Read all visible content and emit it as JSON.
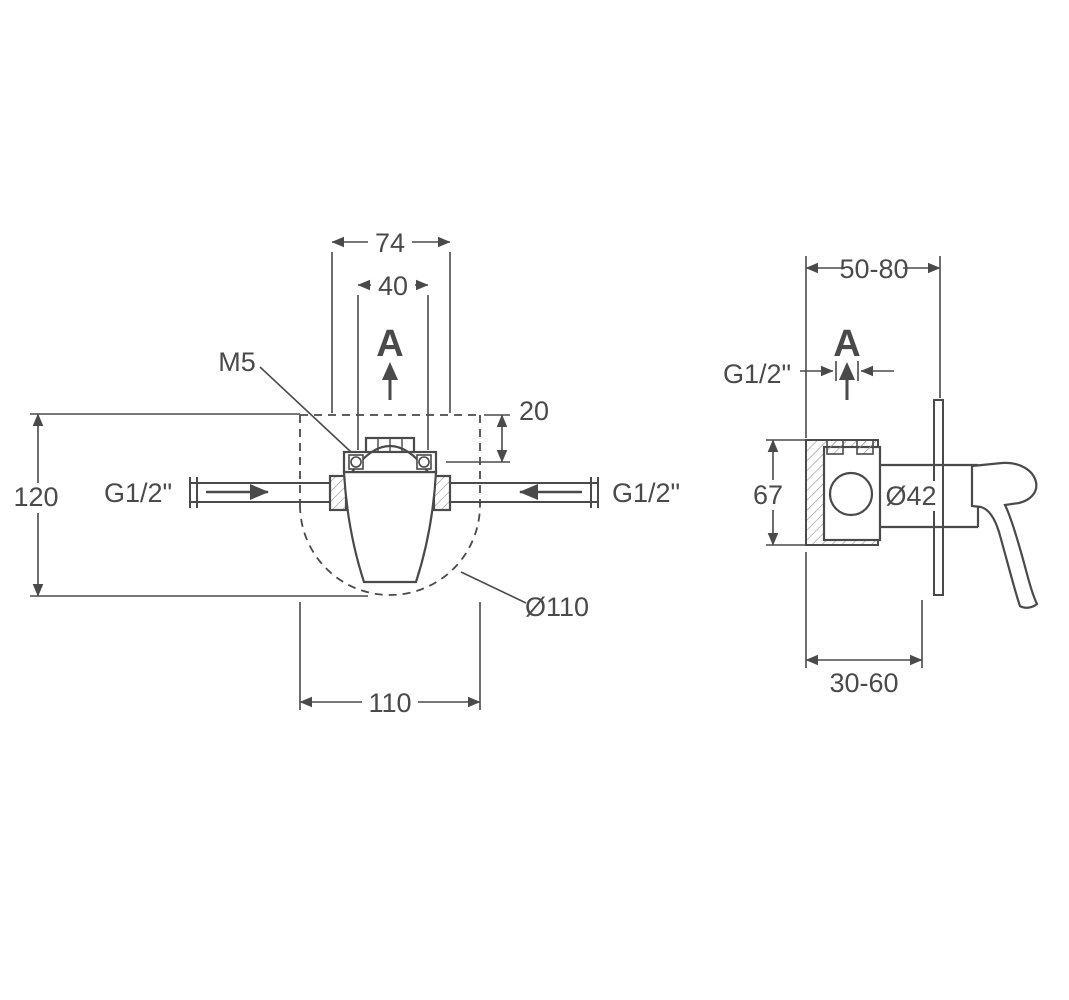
{
  "diagram": {
    "colors": {
      "line": "#4a4a4a",
      "background": "#ffffff",
      "hatch": "#9a9a9a"
    },
    "front_view": {
      "view_arrow_label": "A",
      "screw_label": "M5",
      "inlet_left_label": "G1/2\"",
      "inlet_right_label": "G1/2\"",
      "dim_top_outer": "74",
      "dim_top_inner": "40",
      "dim_depth": "20",
      "dim_height": "120",
      "dim_width": "110",
      "dim_recess_diameter": "Ø110"
    },
    "side_view": {
      "view_arrow_label": "A",
      "connection_label": "G1/2\"",
      "dim_depth_range": "50-80",
      "dim_body_height": "67",
      "dim_trim_diameter": "Ø42",
      "dim_wall_range": "30-60"
    }
  }
}
